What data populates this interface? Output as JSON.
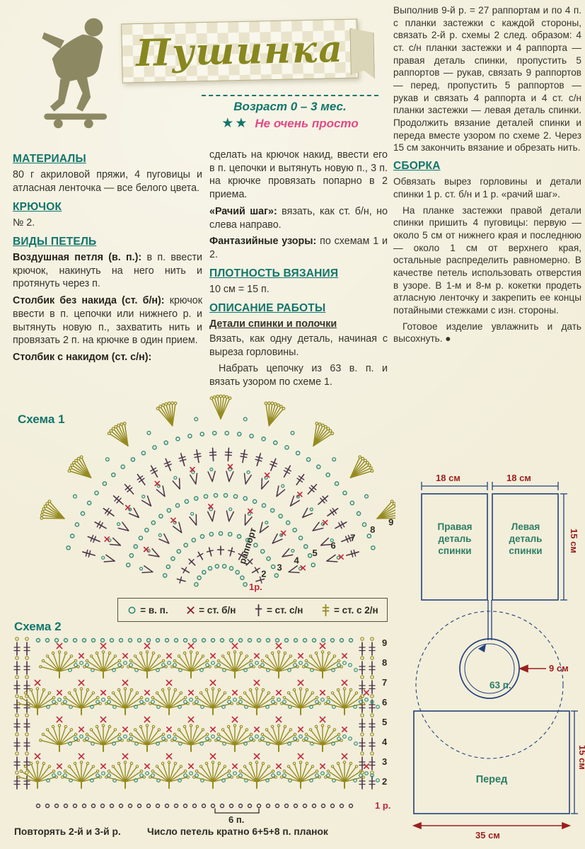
{
  "header": {
    "title": "Пушинка",
    "age": "Возраст 0 – 3 мес.",
    "stars": "★★",
    "difficulty": "Не очень просто"
  },
  "columns": {
    "col1": {
      "materials_heading": "МАТЕРИАЛЫ",
      "materials_text": "80 г акриловой пряжи, 4 пуговицы и атласная ленточка — все белого цвета.",
      "hook_heading": "КРЮЧОК",
      "hook_value": "№ 2.",
      "stitch_types_heading": "ВИДЫ ПЕТЕЛЬ",
      "para1_bold": "Воздушная петля (в. п.):",
      "para1_rest": " в п. ввести крючок, накинуть на него нить и протянуть через п.",
      "para2_bold": "Столбик без накида (ст. б/н):",
      "para2_rest": " крючок ввести в п. цепочки или нижнего р. и вытянуть новую п., захватить нить и провязать 2 п. на крючке в один прием.",
      "para3_bold": "Столбик с накидом (ст. с/н):"
    },
    "col2": {
      "para1": "сделать на крючок накид, ввести его в п. цепочки и вытянуть новую п., 3 п. на крючке провязать попарно в 2 приема.",
      "para2_bold": "«Рачий шаг»:",
      "para2_rest": " вязать, как ст. б/н, но слева направо.",
      "para3_bold": "Фантазийные узоры:",
      "para3_rest": " по схемам 1 и 2.",
      "gauge_heading": "ПЛОТНОСТЬ ВЯЗАНИЯ",
      "gauge_text": "10 см = 15 п.",
      "work_heading": "ОПИСАНИЕ РАБОТЫ",
      "work_sub": "Детали спинки и полочки",
      "work_para1": "Вязать, как одну деталь, начиная с выреза горловины.",
      "work_para2": "Набрать цепочку из 63 в. п. и вязать узором по схеме 1."
    },
    "col3": {
      "para1": "Выполнив 9-й р. = 27 раппортам и по 4 п. с планки застежки с каждой стороны, связать 2-й р. схемы 2 след. образом: 4 ст. с/н планки застежки и 4 раппорта — правая деталь спинки, пропустить 5 раппортов — рукав, связать 9 раппортов — перед, пропустить 5 раппортов — рукав и связать 4 раппорта и 4 ст. с/н планки застежки — левая деталь спинки. Продолжить вязание деталей спинки и переда вместе узором по схеме 2. Через 15 см закончить вязание и обрезать нить.",
      "assembly_heading": "СБОРКА",
      "assembly_para1": "Обвязать вырез горловины и детали спинки 1 р. ст. б/н и 1 р. «рачий шаг».",
      "assembly_para2": "На планке застежки правой детали спинки пришить 4 пуговицы: первую — около 5 см от нижнего края и последнюю — около 1 см от верхнего края, остальные распределить равномерно. В качестве петель использовать отверстия в узоре. В 1-м и 8-м р. кокетки продеть атласную ленточку и закрепить ее концы потайными стежками с изн. стороны.",
      "assembly_para3": "Готовое изделие увлажнить и дать высохнуть. ●"
    }
  },
  "scheme1": {
    "label": "Схема 1",
    "rapport_label": "раппорт",
    "row_numbers": [
      "2",
      "3",
      "4",
      "5",
      "6",
      "7",
      "8",
      "9"
    ],
    "first_row_label": "1р."
  },
  "legend": {
    "items": [
      {
        "symbol": "chain",
        "label": "= в. п."
      },
      {
        "symbol": "single-crochet",
        "label": "= ст. б/н"
      },
      {
        "symbol": "double-crochet",
        "label": "= ст. с/н"
      },
      {
        "symbol": "treble-crochet",
        "label": "= ст. с 2/н"
      }
    ]
  },
  "scheme2": {
    "label": "Схема 2",
    "row_numbers": [
      "9",
      "8",
      "7",
      "6",
      "5",
      "4",
      "3",
      "2"
    ],
    "first_row_label": "1 р.",
    "bracket_label": "6 п."
  },
  "footer": {
    "note1": "Повторять 2-й и 3-й р.",
    "note2": "Число петель кратно 6+5+8 п. планок"
  },
  "diagram": {
    "width_left": "18 см",
    "width_right": "18 см",
    "height_back": "15 см",
    "right_back_label": "Правая деталь спинки",
    "left_back_label": "Левая деталь спинки",
    "neck_dim": "9 см",
    "neck_stitches": "63 п.",
    "front_label": "Перед",
    "height_front": "15 см",
    "width_front": "35 см"
  },
  "colors": {
    "teal": "#2f8a74",
    "purple": "#4a3347",
    "olive": "#958b1f",
    "red": "#c2273a",
    "navy": "#24417c",
    "dimred": "#9c1f1f",
    "heading": "#13756b",
    "pink": "#e14b86"
  }
}
